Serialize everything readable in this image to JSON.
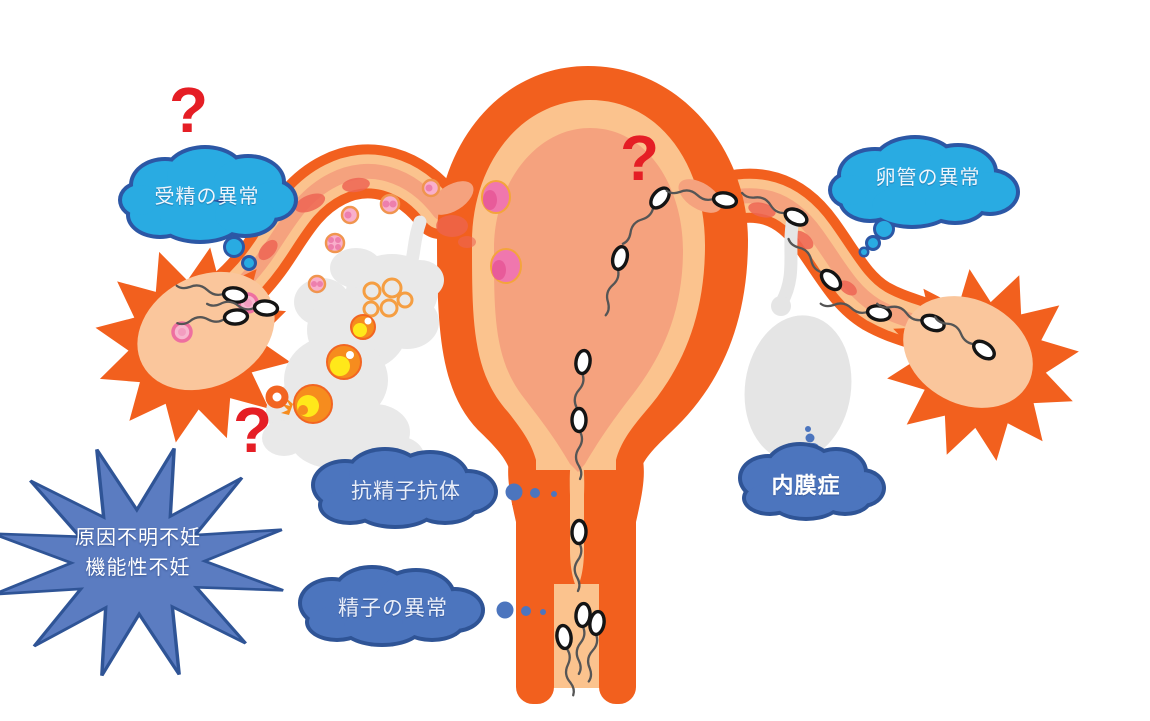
{
  "figure": {
    "labels": {
      "fertilization_abnormality": "受精の異常",
      "tubal_abnormality": "卵管の異常",
      "antisperm_antibody": "抗精子抗体",
      "sperm_abnormality": "精子の異常",
      "endometriosis": "内膜症",
      "unexplained_infertility_line1": "原因不明不妊",
      "unexplained_infertility_line2": "機能性不妊"
    },
    "question_marks": {
      "near_fertilization": "?",
      "near_ovulation": "?",
      "near_right_tube": "?"
    },
    "illustration_parts": {
      "uterus": "uterus-illustration",
      "left_tube": "left-fallopian-tube",
      "right_tube": "right-fallopian-tube",
      "left_fimbria": "left-fimbria-sun",
      "right_fimbria": "right-fimbria-sun",
      "follicle_cloud": "ovarian-follicle-development-cloud",
      "endometriosis_blob": "endometriosis-gray-blob",
      "sperm": "sperm-icon",
      "egg": "egg-icon"
    },
    "colors": {
      "uterus_orange": "#F2601E",
      "lining_peach": "#FBC38E",
      "cavity_salmon": "#F5A27E",
      "cloud_light_blue": "#29ABE2",
      "cloud_light_outline": "#2C57A5",
      "cloud_dark_blue": "#4C75BE",
      "cloud_dark_outline": "#2F5496",
      "burst_blue": "#5B7CC1",
      "question_red": "#E51E25",
      "gray_blob": "#E8E8E8",
      "follicle_orange": "#F68C1E",
      "follicle_yellow": "#FFE81A",
      "egg_pink": "#F8B7CF"
    }
  }
}
